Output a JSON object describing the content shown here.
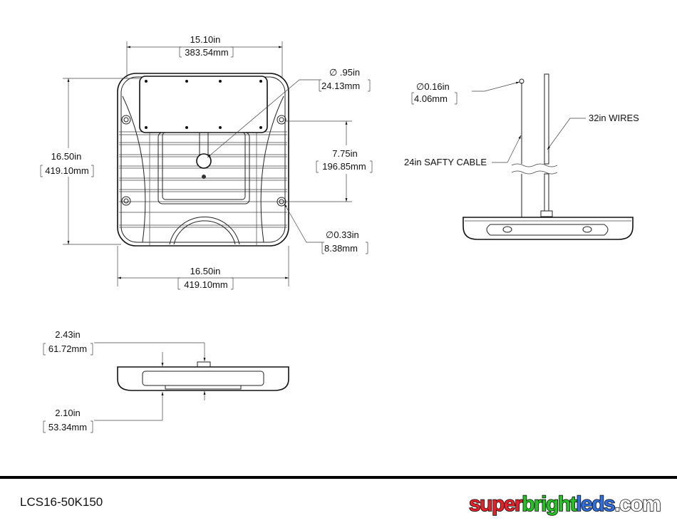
{
  "top_view": {
    "width_top": {
      "in": "15.10in",
      "mm": "383.54mm"
    },
    "height": {
      "in": "16.50in",
      "mm": "419.10mm"
    },
    "hole_center": {
      "in": "∅ .95in",
      "mm": "24.13mm"
    },
    "spacing": {
      "in": "7.75in",
      "mm": "196.85mm"
    },
    "hole_mount": {
      "in": "∅0.33in",
      "mm": "8.38mm"
    },
    "width_bottom": {
      "in": "16.50in",
      "mm": "419.10mm"
    }
  },
  "side_view": {
    "cable_dia": {
      "in": "∅0.16in",
      "mm": "4.06mm"
    },
    "wires": "32in WIRES",
    "cable": "24in SAFTY CABLE"
  },
  "front_view": {
    "total_height": {
      "in": "2.43in",
      "mm": "61.72mm"
    },
    "body_height": {
      "in": "2.10in",
      "mm": "53.34mm"
    }
  },
  "footer": {
    "part_number": "LCS16-50K150",
    "logo": {
      "super": "super",
      "bright": "bright",
      "leds": "leds",
      "com": ".com"
    },
    "colors": {
      "super": "#e8202a",
      "bright": "#22c322",
      "leds": "#2f6fe0",
      "com": "#ffffff"
    }
  }
}
